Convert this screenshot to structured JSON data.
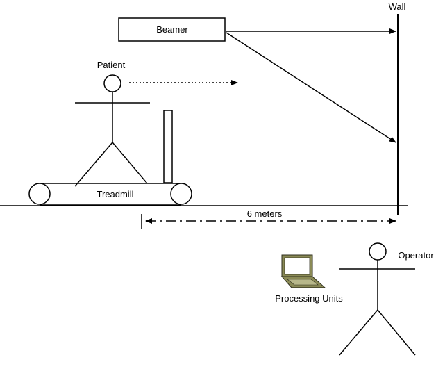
{
  "labels": {
    "wall": "Wall",
    "beamer": "Beamer",
    "patient": "Patient",
    "treadmill": "Treadmill",
    "distance": "6 meters",
    "operator": "Operator",
    "processing_units": "Processing Units"
  },
  "colors": {
    "line": "#000000",
    "laptop_body": "#8a8a56",
    "laptop_screen": "#ffffff"
  }
}
